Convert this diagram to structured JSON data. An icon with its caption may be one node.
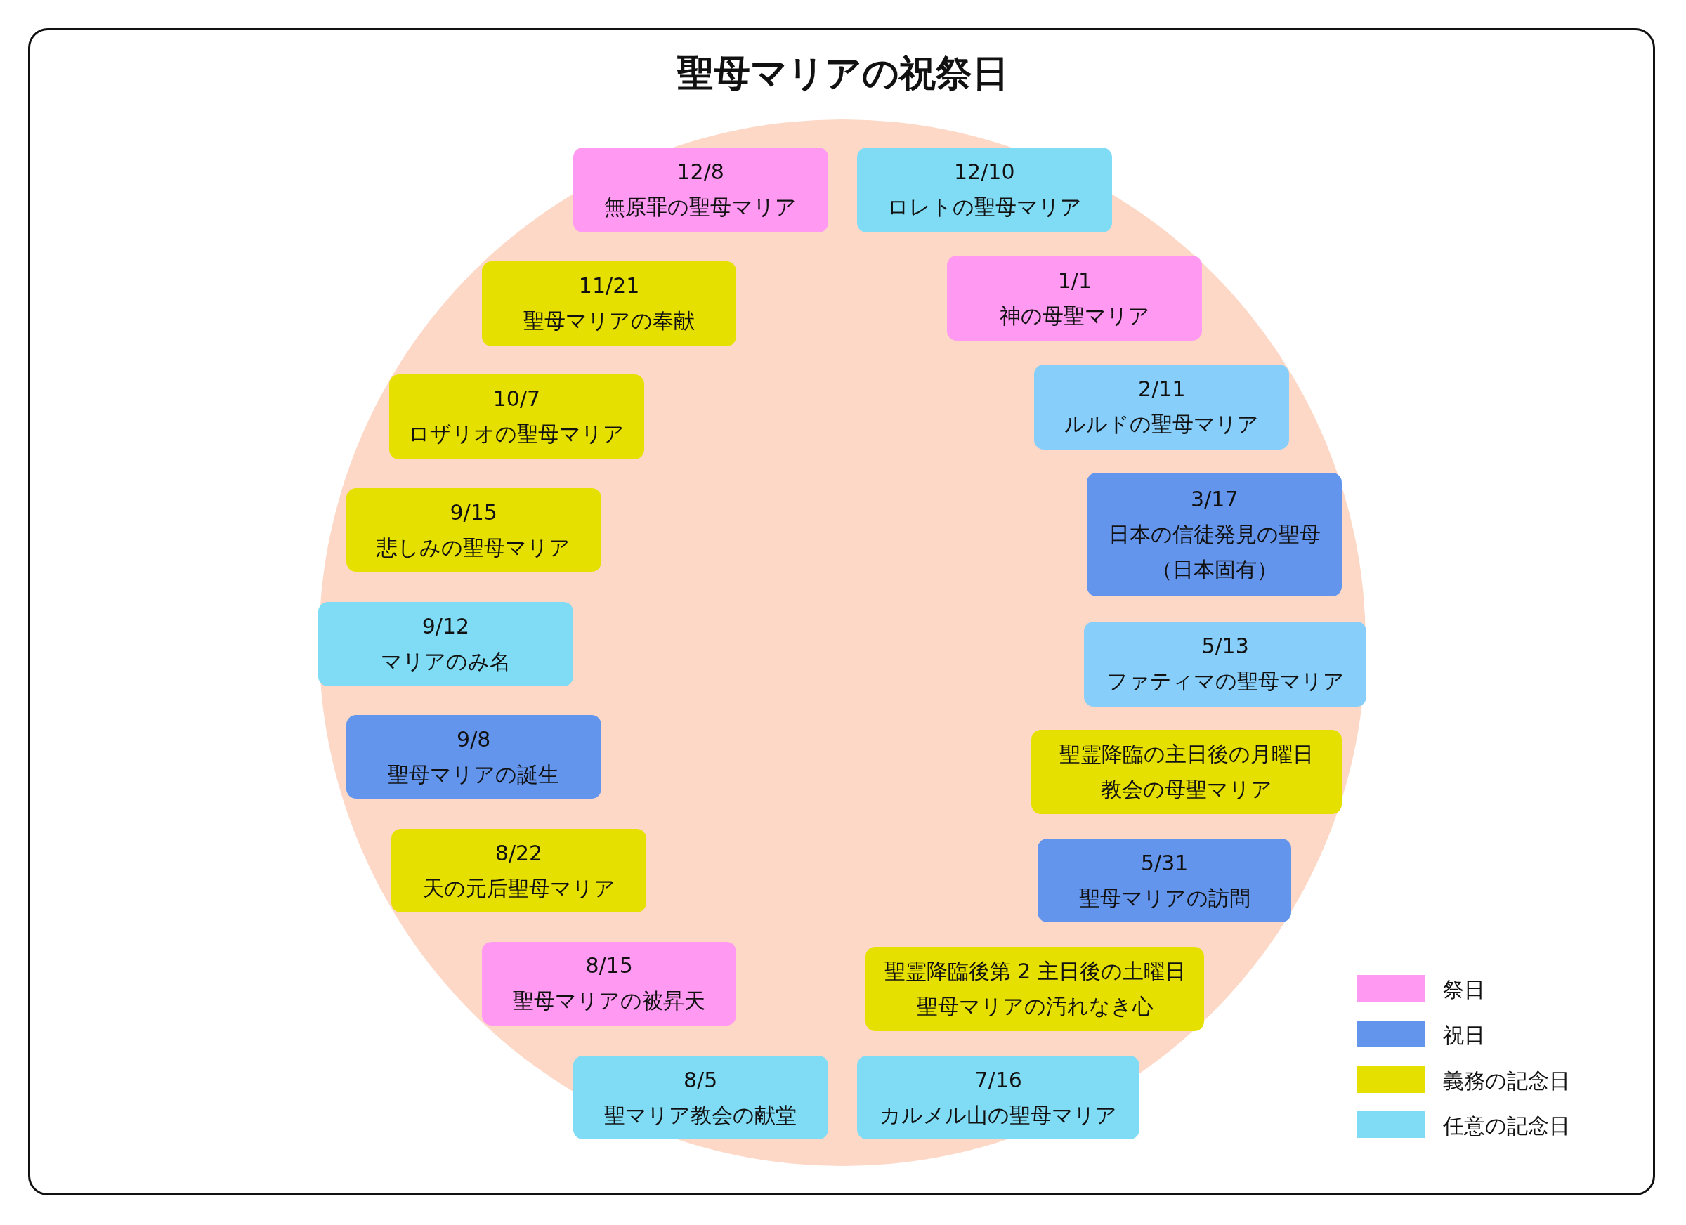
{
  "diagram": {
    "title": "聖母マリアの祝祭日",
    "nodes": [
      {
        "text": [
          "12/8",
          "無原罪の聖母マリア"
        ]
      },
      {
        "text": [
          "12/10",
          "ロレトの聖母マリア"
        ]
      },
      {
        "text": [
          "1/1",
          "神の母聖マリア"
        ]
      },
      {
        "text": [
          "2/11",
          "ルルドの聖母マリア"
        ]
      },
      {
        "text": [
          "3/17",
          "日本の信徒発見の聖母",
          "（日本固有）"
        ]
      },
      {
        "text": [
          "5/13",
          "ファティマの聖母マリア"
        ]
      },
      {
        "text": [
          "聖霊降臨の主日後の月曜日",
          "教会の母聖マリア"
        ]
      },
      {
        "text": [
          "5/31",
          "聖母マリアの訪問"
        ]
      },
      {
        "text": [
          "聖霊降臨後第 2 主日後の土曜日",
          "聖母マリアの汚れなき心"
        ]
      },
      {
        "text": [
          "7/16",
          "カルメル山の聖母マリア"
        ]
      },
      {
        "text": [
          "8/5",
          "聖マリア教会の献堂"
        ]
      },
      {
        "text": [
          "8/15",
          "聖母マリアの被昇天"
        ]
      },
      {
        "text": [
          "8/22",
          "天の元后聖母マリア"
        ]
      },
      {
        "text": [
          "9/8",
          "聖母マリアの誕生"
        ]
      },
      {
        "text": [
          "9/12",
          "マリアのみ名"
        ]
      },
      {
        "text": [
          "9/15",
          "悲しみの聖母マリア"
        ]
      },
      {
        "text": [
          "10/7",
          "ロザリオの聖母マリア"
        ]
      },
      {
        "text": [
          "11/21",
          "聖母マリアの奉献"
        ]
      }
    ],
    "legend": [
      {
        "text": "祭日",
        "color": "#ff99f2"
      },
      {
        "text": "祝日",
        "color": "#6495ed"
      },
      {
        "text": "義務の記念日",
        "color": "#e6e000"
      },
      {
        "text": "任意の記念日",
        "color": "#80dcf5"
      }
    ]
  }
}
